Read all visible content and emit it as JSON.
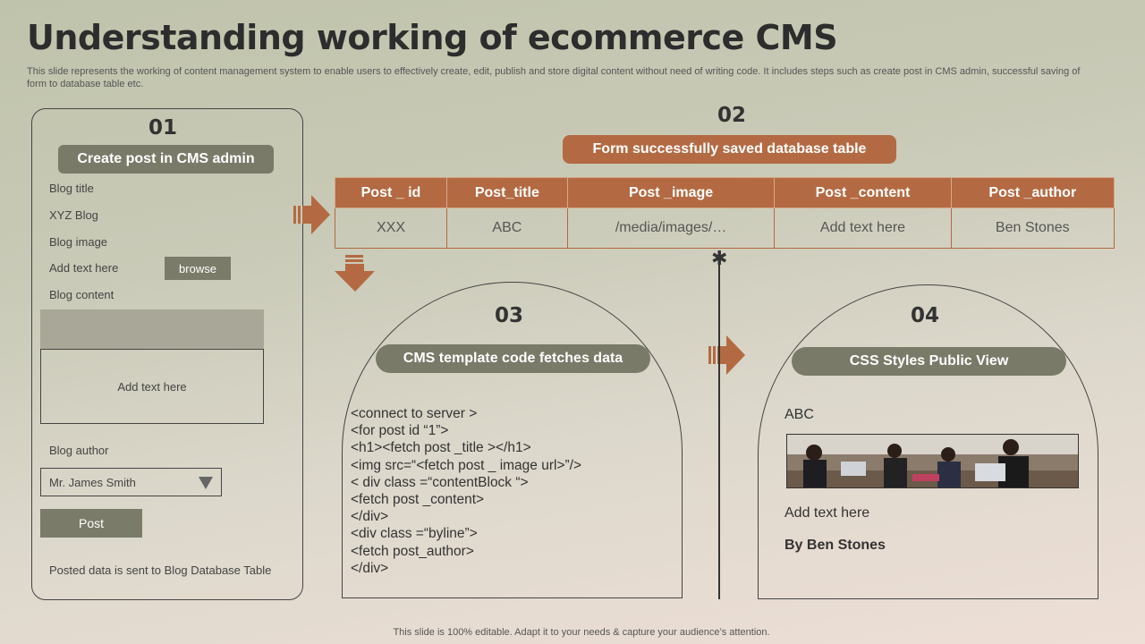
{
  "title": "Understanding working of ecommerce CMS",
  "subtitle": "This slide represents the working of content management system to enable users to effectively create, edit, publish and store digital content without need of writing code. It includes steps such as create post in CMS admin, successful saving of form to database table etc.",
  "step1": {
    "number": "01",
    "label": "Create post in CMS admin",
    "blog_title_label": "Blog title",
    "blog_title_value": "XYZ Blog",
    "blog_image_label": "Blog image",
    "add_text": "Add text here",
    "browse": "browse",
    "blog_content_label": "Blog content",
    "content_placeholder": "Add text here",
    "author_label": "Blog author",
    "author_value": "Mr. James Smith",
    "post_button": "Post",
    "footer": "Posted data is sent to Blog Database Table"
  },
  "step2": {
    "number": "02",
    "label": "Form successfully  saved database table",
    "headers": [
      "Post _ id",
      "Post_title",
      "Post _image",
      "Post _content",
      "Post _author"
    ],
    "row": [
      "XXX",
      "ABC",
      "/media/images/…",
      "Add text here",
      "Ben Stones"
    ]
  },
  "step3": {
    "number": "03",
    "label": "CMS template code fetches data",
    "code": [
      "<connect  to server >",
      "<for post id “1”>",
      "<h1><fetch  post _title ></h1>",
      "<img src=“<fetch  post _ image url>”/>",
      "< div class =“contentBlock  “>",
      "<fetch post _content>",
      "</div>",
      "<div class =“byline”>",
      "<fetch post_author>",
      "</div>"
    ]
  },
  "step4": {
    "number": "04",
    "label": "CSS Styles Public View",
    "title": "ABC",
    "text": "Add text here",
    "byline": "By Ben Stones"
  },
  "footer": "This slide is 100% editable. Adapt it to your needs & capture your audience’s attention.",
  "colors": {
    "brown": "#b36a42",
    "olive": "#7a7a69"
  }
}
